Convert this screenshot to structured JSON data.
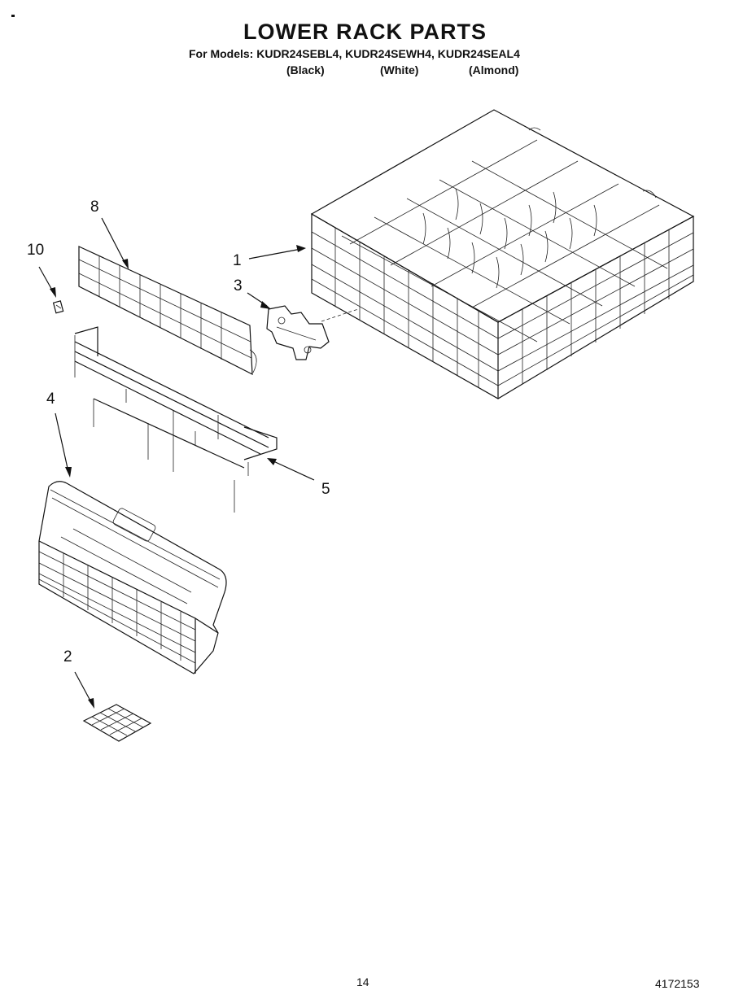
{
  "header": {
    "title": "LOWER RACK PARTS",
    "models": "For Models: KUDR24SEBL4, KUDR24SEWH4, KUDR24SEAL4",
    "colors": [
      "(Black)",
      "(White)",
      "(Almond)"
    ]
  },
  "callouts": {
    "c1": "1",
    "c2": "2",
    "c3": "3",
    "c4": "4",
    "c5": "5",
    "c8": "8",
    "c10": "10"
  },
  "footer": {
    "page": "14",
    "doc_number": "4172153"
  }
}
